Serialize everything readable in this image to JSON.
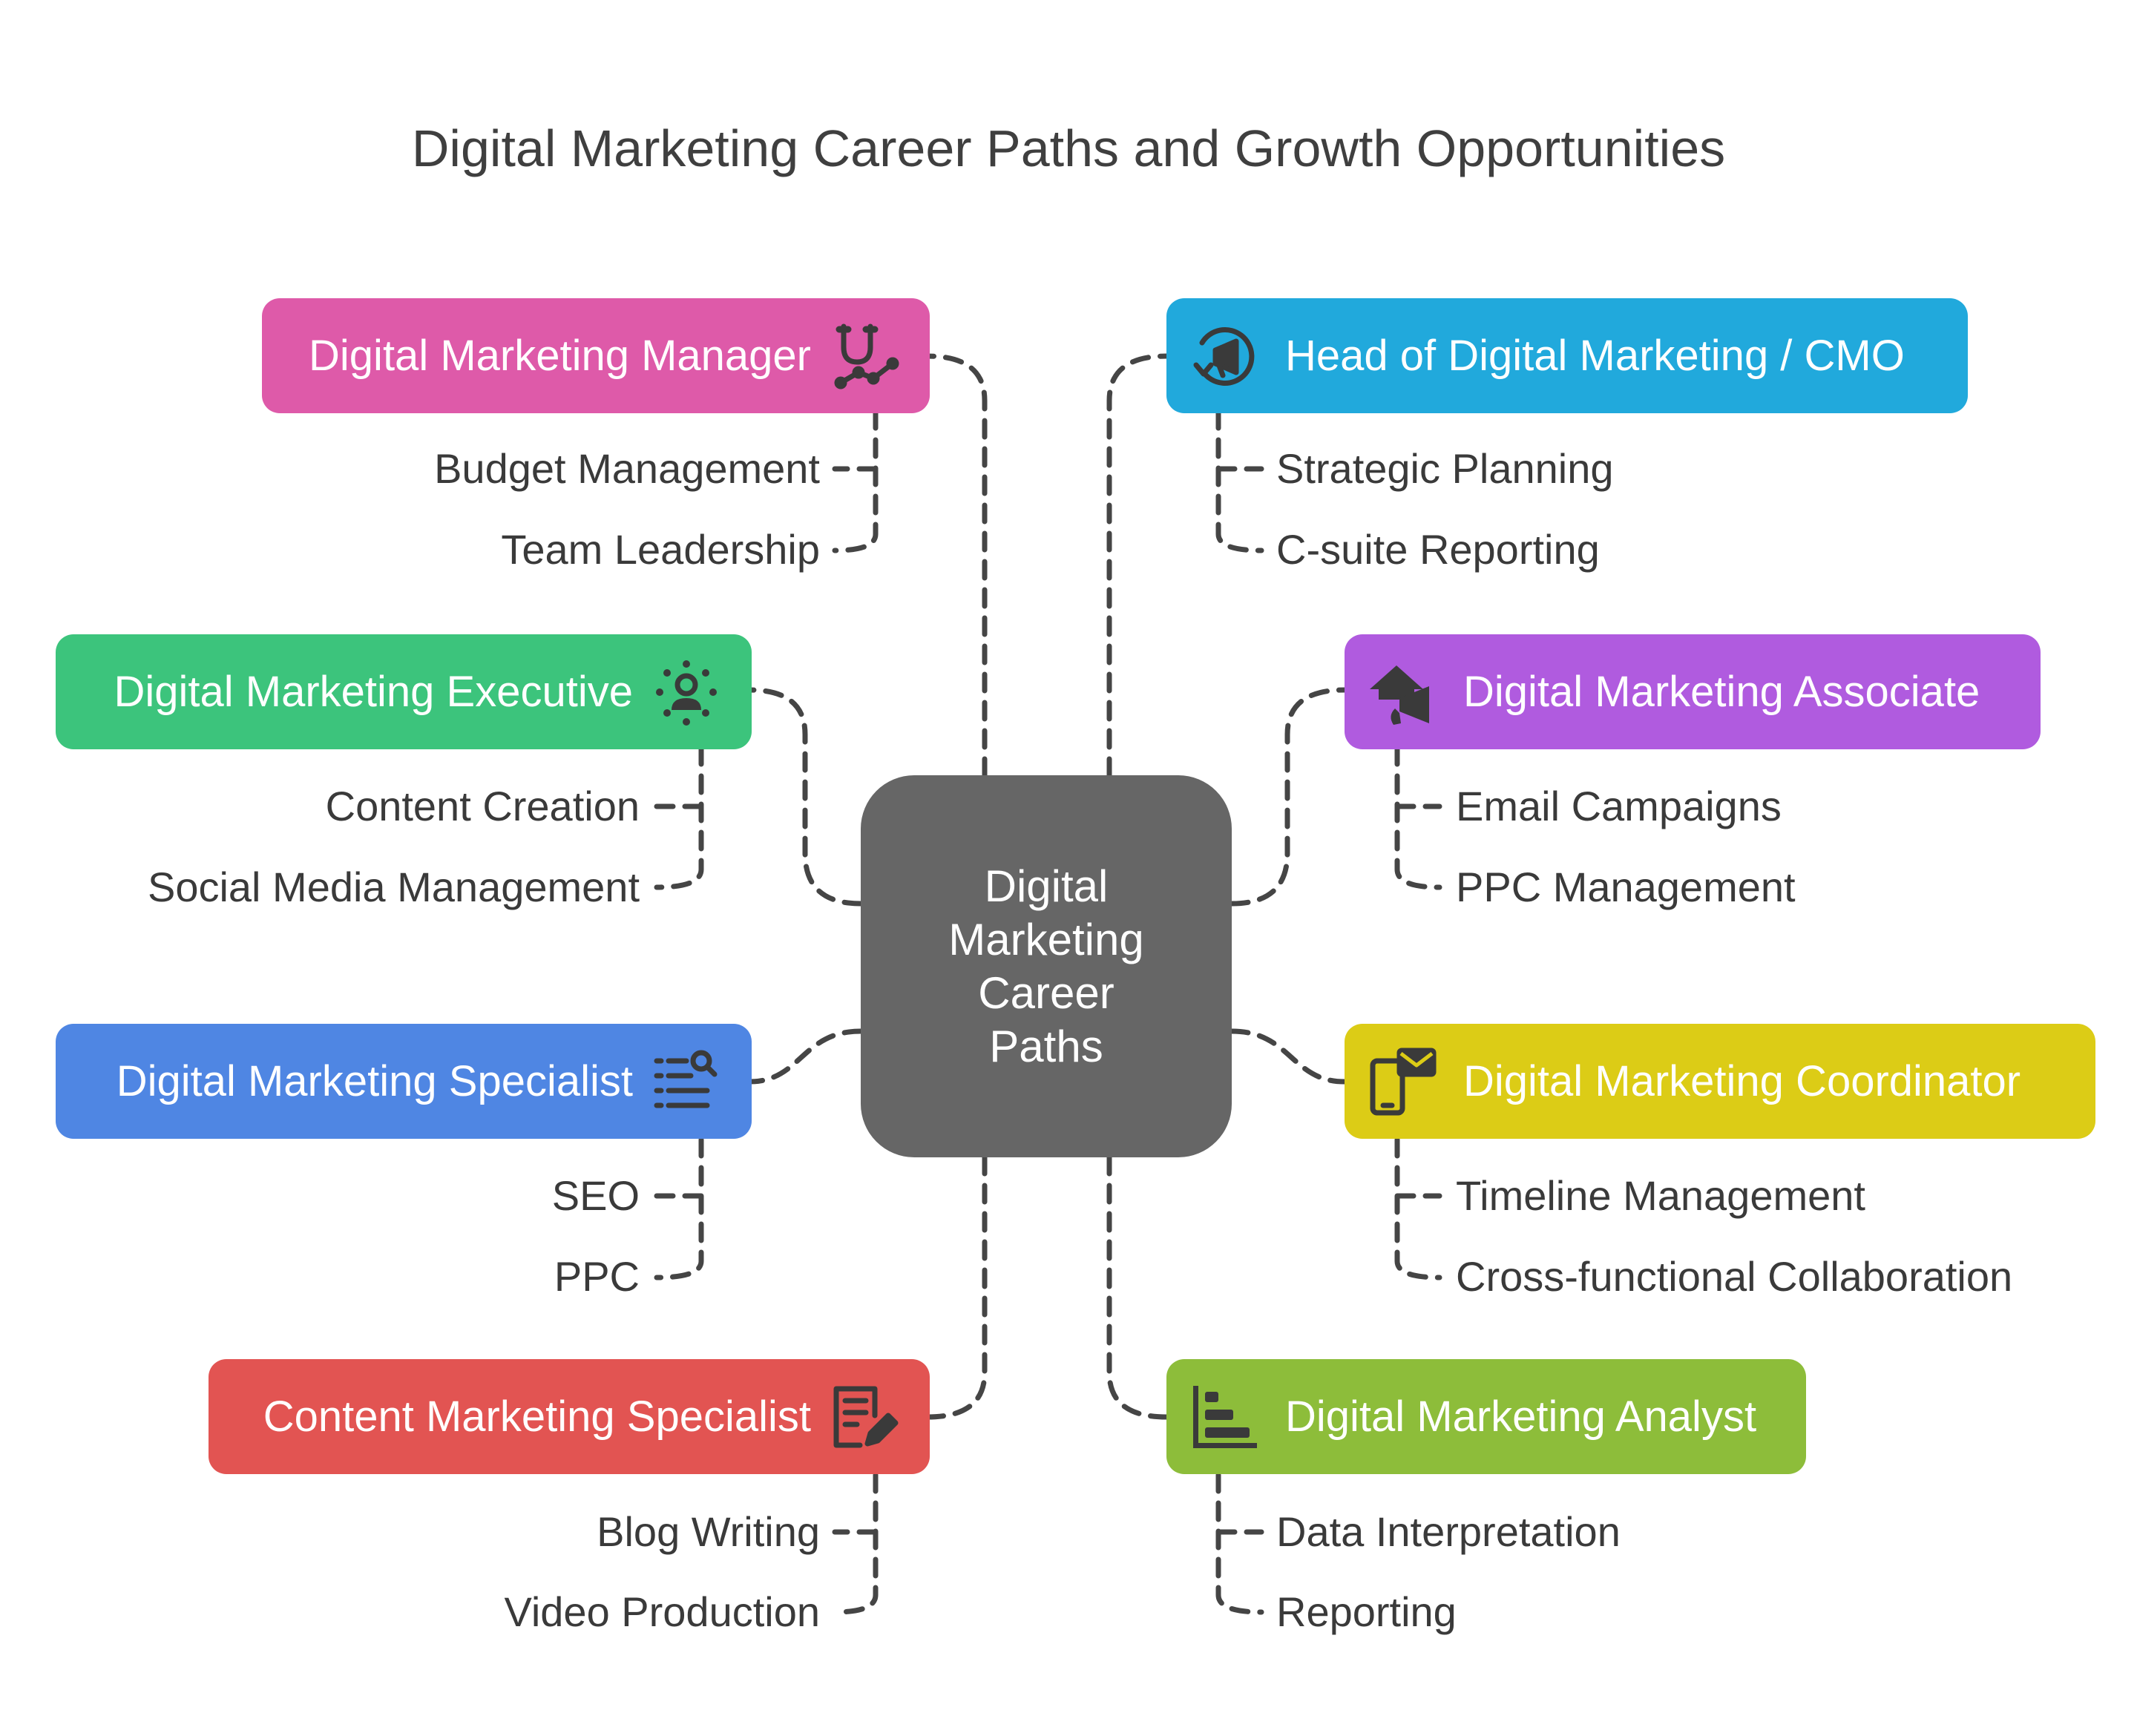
{
  "title": "Digital Marketing Career Paths and Growth Opportunities",
  "center": {
    "label": "Digital Marketing Career Paths",
    "color": "#666666"
  },
  "roles": {
    "manager": {
      "label": "Digital Marketing Manager",
      "color": "#de5aa9",
      "icon": "magnet-chart-icon",
      "skills": [
        "Budget Management",
        "Team Leadership"
      ]
    },
    "executive": {
      "label": "Digital Marketing Executive",
      "color": "#3cc47c",
      "icon": "user-radiate-icon",
      "skills": [
        "Content Creation",
        "Social Media Management"
      ]
    },
    "specialist": {
      "label": "Digital Marketing Specialist",
      "color": "#4f86e3",
      "icon": "list-search-icon",
      "skills": [
        "SEO",
        "PPC"
      ]
    },
    "content": {
      "label": "Content Marketing Specialist",
      "color": "#e25452",
      "icon": "document-pen-icon",
      "skills": [
        "Blog Writing",
        "Video Production"
      ]
    },
    "head": {
      "label": "Head of Digital Marketing / CMO",
      "color": "#21a9dc",
      "icon": "megaphone-cycle-icon",
      "skills": [
        "Strategic Planning",
        "C-suite Reporting"
      ]
    },
    "associate": {
      "label": "Digital Marketing Associate",
      "color": "#b05bdf",
      "icon": "house-megaphone-icon",
      "skills": [
        "Email Campaigns",
        "PPC Management"
      ]
    },
    "coordinator": {
      "label": "Digital Marketing Coordinator",
      "color": "#dccc16",
      "icon": "phone-mail-icon",
      "skills": [
        "Timeline Management",
        "Cross-functional Collaboration"
      ]
    },
    "analyst": {
      "label": "Digital Marketing Analyst",
      "color": "#8dbd3a",
      "icon": "bar-chart-icon",
      "skills": [
        "Data Interpretation",
        "Reporting"
      ]
    }
  },
  "connector_color": "#444444"
}
